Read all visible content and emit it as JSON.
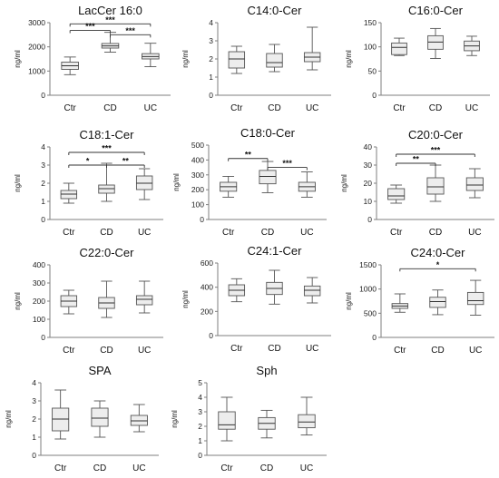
{
  "chart_data": [
    {
      "type": "box",
      "title": "LacCer 16:0",
      "ylabel": "ng/ml",
      "ylim": [
        0,
        3000
      ],
      "yticks": [
        0,
        1000,
        2000,
        3000
      ],
      "categories": [
        "Ctr",
        "CD",
        "UC"
      ],
      "boxes": [
        {
          "min": 850,
          "q1": 1070,
          "median": 1220,
          "q3": 1370,
          "max": 1580
        },
        {
          "min": 1780,
          "q1": 1950,
          "median": 2040,
          "q3": 2140,
          "max": 2600
        },
        {
          "min": 1180,
          "q1": 1500,
          "median": 1600,
          "q3": 1720,
          "max": 2150
        }
      ],
      "annotations": [
        {
          "from": 0,
          "to": 2,
          "y": 2950,
          "label": "***"
        },
        {
          "from": 0,
          "to": 1,
          "y": 2680,
          "label": "***"
        },
        {
          "from": 1,
          "to": 2,
          "y": 2500,
          "label": "***"
        }
      ]
    },
    {
      "type": "box",
      "title": "C14:0-Cer",
      "ylabel": "ng/ml",
      "ylim": [
        0,
        4
      ],
      "yticks": [
        0,
        1,
        2,
        3,
        4
      ],
      "categories": [
        "Ctr",
        "CD",
        "UC"
      ],
      "boxes": [
        {
          "min": 1.2,
          "q1": 1.5,
          "median": 2.0,
          "q3": 2.4,
          "max": 2.7
        },
        {
          "min": 1.3,
          "q1": 1.55,
          "median": 1.8,
          "q3": 2.3,
          "max": 2.8
        },
        {
          "min": 1.4,
          "q1": 1.85,
          "median": 2.1,
          "q3": 2.35,
          "max": 3.75
        }
      ],
      "annotations": []
    },
    {
      "type": "box",
      "title": "C16:0-Cer",
      "ylabel": "ng/ml",
      "ylim": [
        0,
        150
      ],
      "yticks": [
        0,
        50,
        100,
        150
      ],
      "categories": [
        "Ctr",
        "CD",
        "UC"
      ],
      "boxes": [
        {
          "min": 82,
          "q1": 84,
          "median": 99,
          "q3": 108,
          "max": 118
        },
        {
          "min": 76,
          "q1": 95,
          "median": 110,
          "q3": 123,
          "max": 138
        },
        {
          "min": 82,
          "q1": 92,
          "median": 102,
          "q3": 112,
          "max": 122
        }
      ],
      "annotations": []
    },
    {
      "type": "box",
      "title": "C18:1-Cer",
      "ylabel": "ng/ml",
      "ylim": [
        0,
        4
      ],
      "yticks": [
        0,
        1,
        2,
        3,
        4
      ],
      "categories": [
        "Ctr",
        "CD",
        "UC"
      ],
      "boxes": [
        {
          "min": 0.9,
          "q1": 1.15,
          "median": 1.4,
          "q3": 1.6,
          "max": 2.0
        },
        {
          "min": 1.0,
          "q1": 1.45,
          "median": 1.7,
          "q3": 1.9,
          "max": 3.1
        },
        {
          "min": 1.1,
          "q1": 1.65,
          "median": 2.0,
          "q3": 2.4,
          "max": 2.8
        }
      ],
      "annotations": [
        {
          "from": 0,
          "to": 2,
          "y": 3.7,
          "label": "***"
        },
        {
          "from": 0,
          "to": 1,
          "y": 3.0,
          "label": "*"
        },
        {
          "from": 1,
          "to": 2,
          "y": 3.0,
          "label": "**"
        }
      ]
    },
    {
      "type": "box",
      "title": "C18:0-Cer",
      "ylabel": "ng/ml",
      "ylim": [
        0,
        500
      ],
      "yticks": [
        0,
        100,
        200,
        300,
        400,
        500
      ],
      "categories": [
        "Ctr",
        "CD",
        "UC"
      ],
      "boxes": [
        {
          "min": 150,
          "q1": 190,
          "median": 220,
          "q3": 250,
          "max": 290
        },
        {
          "min": 180,
          "q1": 240,
          "median": 290,
          "q3": 330,
          "max": 390
        },
        {
          "min": 150,
          "q1": 190,
          "median": 220,
          "q3": 250,
          "max": 320
        }
      ],
      "annotations": [
        {
          "from": 0,
          "to": 1,
          "y": 410,
          "label": "**"
        },
        {
          "from": 1,
          "to": 2,
          "y": 350,
          "label": "***"
        }
      ]
    },
    {
      "type": "box",
      "title": "C20:0-Cer",
      "ylabel": "ng/ml",
      "ylim": [
        0,
        40
      ],
      "yticks": [
        0,
        10,
        20,
        30,
        40
      ],
      "categories": [
        "Ctr",
        "CD",
        "UC"
      ],
      "boxes": [
        {
          "min": 9,
          "q1": 11,
          "median": 13,
          "q3": 17,
          "max": 19
        },
        {
          "min": 10,
          "q1": 14,
          "median": 18,
          "q3": 23,
          "max": 30
        },
        {
          "min": 12,
          "q1": 16,
          "median": 19,
          "q3": 23,
          "max": 28
        }
      ],
      "annotations": [
        {
          "from": 0,
          "to": 2,
          "y": 36,
          "label": "***"
        },
        {
          "from": 0,
          "to": 1,
          "y": 31,
          "label": "**"
        }
      ]
    },
    {
      "type": "box",
      "title": "C22:0-Cer",
      "ylabel": "ng/ml",
      "ylim": [
        0,
        400
      ],
      "yticks": [
        0,
        100,
        200,
        300,
        400
      ],
      "categories": [
        "Ctr",
        "CD",
        "UC"
      ],
      "boxes": [
        {
          "min": 130,
          "q1": 170,
          "median": 200,
          "q3": 230,
          "max": 260
        },
        {
          "min": 110,
          "q1": 160,
          "median": 190,
          "q3": 220,
          "max": 310
        },
        {
          "min": 135,
          "q1": 180,
          "median": 210,
          "q3": 230,
          "max": 310
        }
      ],
      "annotations": []
    },
    {
      "type": "box",
      "title": "C24:1-Cer",
      "ylabel": "ng/ml",
      "ylim": [
        0,
        600
      ],
      "yticks": [
        0,
        200,
        400,
        600
      ],
      "categories": [
        "Ctr",
        "CD",
        "UC"
      ],
      "boxes": [
        {
          "min": 280,
          "q1": 330,
          "median": 375,
          "q3": 420,
          "max": 470
        },
        {
          "min": 260,
          "q1": 340,
          "median": 390,
          "q3": 440,
          "max": 540
        },
        {
          "min": 270,
          "q1": 330,
          "median": 375,
          "q3": 410,
          "max": 480
        }
      ],
      "annotations": []
    },
    {
      "type": "box",
      "title": "C24:0-Cer",
      "ylabel": "ng/ml",
      "ylim": [
        0,
        1500
      ],
      "yticks": [
        0,
        500,
        1000,
        1500
      ],
      "categories": [
        "Ctr",
        "CD",
        "UC"
      ],
      "boxes": [
        {
          "min": 520,
          "q1": 600,
          "median": 650,
          "q3": 700,
          "max": 900
        },
        {
          "min": 470,
          "q1": 620,
          "median": 740,
          "q3": 830,
          "max": 980
        },
        {
          "min": 460,
          "q1": 680,
          "median": 760,
          "q3": 930,
          "max": 1180
        }
      ],
      "annotations": [
        {
          "from": 0,
          "to": 2,
          "y": 1420,
          "label": "*"
        }
      ]
    },
    {
      "type": "box",
      "title": "SPA",
      "ylabel": "ng/ml",
      "ylim": [
        0,
        4
      ],
      "yticks": [
        0,
        1,
        2,
        3,
        4
      ],
      "categories": [
        "Ctr",
        "CD",
        "UC"
      ],
      "boxes": [
        {
          "min": 0.9,
          "q1": 1.35,
          "median": 2.0,
          "q3": 2.6,
          "max": 3.6
        },
        {
          "min": 1.0,
          "q1": 1.6,
          "median": 2.05,
          "q3": 2.6,
          "max": 3.0
        },
        {
          "min": 1.3,
          "q1": 1.65,
          "median": 1.9,
          "q3": 2.2,
          "max": 2.8
        }
      ],
      "annotations": []
    },
    {
      "type": "box",
      "title": "Sph",
      "ylabel": "ng/ml",
      "ylim": [
        0,
        5
      ],
      "yticks": [
        0,
        1,
        2,
        3,
        4,
        5
      ],
      "categories": [
        "Ctr",
        "CD",
        "UC"
      ],
      "boxes": [
        {
          "min": 1.0,
          "q1": 1.8,
          "median": 2.1,
          "q3": 3.0,
          "max": 4.0
        },
        {
          "min": 1.2,
          "q1": 1.8,
          "median": 2.2,
          "q3": 2.6,
          "max": 3.1
        },
        {
          "min": 1.4,
          "q1": 1.9,
          "median": 2.3,
          "q3": 2.8,
          "max": 4.0
        }
      ],
      "annotations": []
    }
  ]
}
